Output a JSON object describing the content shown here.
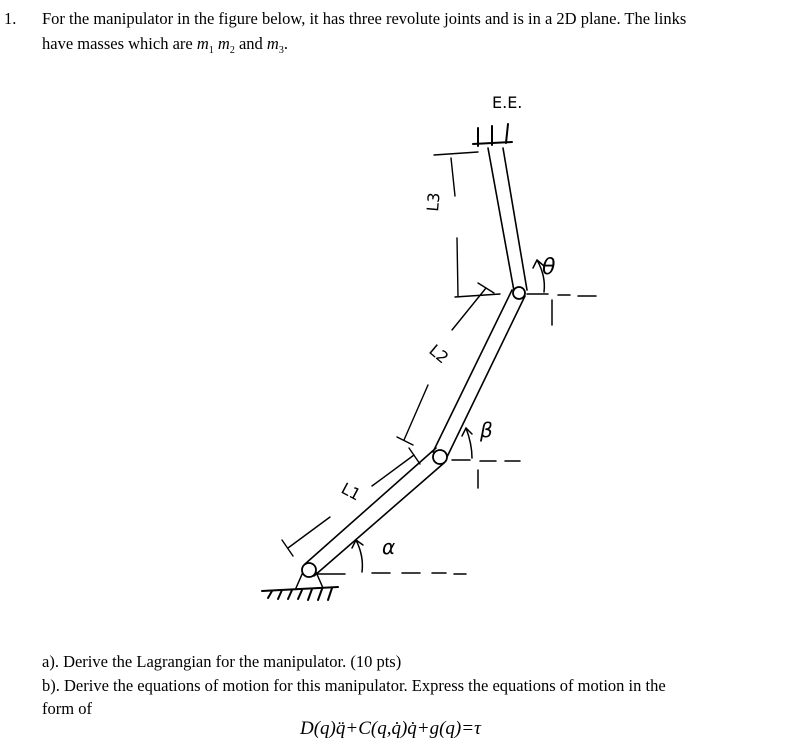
{
  "question": {
    "number": "1.",
    "line1": "For the manipulator in the figure below, it has three revolute joints and is in a 2D plane. The links",
    "line2_prefix": "have masses which are",
    "masses": [
      {
        "symbol": "m",
        "sub": "1"
      },
      {
        "symbol": "m",
        "sub": "2"
      },
      {
        "symbol": "m",
        "sub": "3"
      }
    ],
    "and_word": "and",
    "line2_suffix": "."
  },
  "figure_labels": {
    "end_effector": "E.E.",
    "link1": "L1",
    "link2": "L2",
    "link3": "L3",
    "angle_alpha": "α",
    "angle_beta": "β",
    "angle_theta": "θ"
  },
  "parts": {
    "a": "a). Derive the Lagrangian for the manipulator. (10 pts)",
    "b": "b). Derive the equations of motion for this manipulator. Express the equations of motion in the",
    "b_cont": "form of"
  },
  "equation": "D(q)q̈+C(q,q̇)q̇+g(q)=τ"
}
